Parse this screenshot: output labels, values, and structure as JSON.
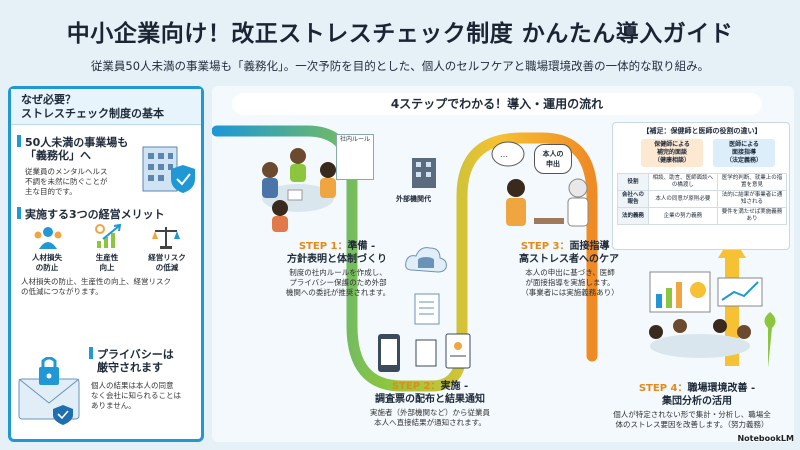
{
  "title": "中小企業向け！改正ストレスチェック制度 かんたん導入ガイド",
  "subtitle": "従業員50人未満の事業場も「義務化」。一次予防を目的とした、個人のセルフケアと職場環境改善の一体的な取り組み。",
  "left": {
    "header": [
      "なぜ必要？",
      "ストレスチェック制度の基本"
    ],
    "s1_title": [
      "50人未満の事業場も",
      "「義務化」へ"
    ],
    "s1_body": [
      "従業員のメンタルヘルス",
      "不調を未然に防ぐことが",
      "主な目的です。"
    ],
    "s2_title": "実施する3つの経営メリット",
    "merits": [
      {
        "label": [
          "人材損失",
          "の防止"
        ],
        "icon": "people-icon"
      },
      {
        "label": [
          "生産性",
          "向上"
        ],
        "icon": "growth-chart-icon"
      },
      {
        "label": [
          "経営リスク",
          "の低減"
        ],
        "icon": "scale-icon"
      }
    ],
    "s2_body": [
      "人材損失の防止、生産性の向上、経営リスク",
      "の低減につながります。"
    ],
    "s3_title": [
      "プライバシーは",
      "厳守されます"
    ],
    "s3_body": [
      "個人の結果は本人の同意",
      "なく会社に知られることは",
      "ありません。"
    ]
  },
  "flow_title": "4ステップでわかる！導入・運用の流れ",
  "steps": {
    "s1": {
      "num": "STEP 1：",
      "head1": "準備 -",
      "head2": "方針表明と体制づくり",
      "body": [
        "制度の社内ルールを作成し、",
        "プライバシー保護のため外部",
        "機関への委託が推奨されます。"
      ]
    },
    "s2": {
      "num": "STEP 2：",
      "head1": "実施 -",
      "head2": "調査票の配布と結果通知",
      "body": [
        "実施者（外部機関など）から従業員",
        "本人へ直接結果が通知されます。"
      ]
    },
    "s3": {
      "num": "STEP 3：",
      "head1": "面接指導 -",
      "head2": "高ストレス者へのケア",
      "body": [
        "本人の申出に基づき、医師",
        "が面接指導を実施します。",
        "（事業者には実施義務あり）"
      ]
    },
    "s4": {
      "num": "STEP 4：",
      "head1": "職場環境改善 -",
      "head2": "集団分析の活用",
      "body": [
        "個人が特定されない形で集計・分析し、職場全",
        "体のストレス要因を改善します。（努力義務）"
      ]
    }
  },
  "labels": {
    "rule_doc": "社内ルール",
    "external": "外部機関代",
    "bubble": "本人の\n申出"
  },
  "supplement": {
    "title": "【補足：保健師と医師の役割の違い】",
    "nurse": [
      "保健師による",
      "補完的面談",
      "（健康相談）"
    ],
    "doctor": [
      "医師による",
      "面接指導",
      "（法定義務）"
    ],
    "rows": [
      {
        "k": "役割",
        "a": "相談、助言、医師面談への橋渡し",
        "b": "医学的判断、就業上の措置を意見"
      },
      {
        "k": "会社への報告",
        "a": "本人の同意が原則必要",
        "b": "法的に結果が事業者に通知される"
      },
      {
        "k": "法的義務",
        "a": "企業の努力義務",
        "b": "要件を満たせば実施義務あり"
      }
    ]
  },
  "logo": "NotebookLM",
  "colors": {
    "accent": "#1f98d5",
    "step": "#e38a1a",
    "flow_green": "#8cc63f",
    "flow_yellow": "#f6c133"
  }
}
